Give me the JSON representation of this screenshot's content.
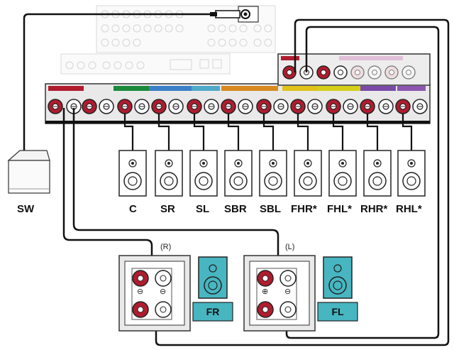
{
  "subwoofer": {
    "label": "SW"
  },
  "rear_panel_speakers": [
    {
      "label": "C"
    },
    {
      "label": "SR"
    },
    {
      "label": "SL"
    },
    {
      "label": "SBR"
    },
    {
      "label": "SBL"
    },
    {
      "label": "FHR*"
    },
    {
      "label": "FHL*"
    },
    {
      "label": "RHR*"
    },
    {
      "label": "RHL*"
    }
  ],
  "amplifiers": [
    {
      "channel_marker": "(R)",
      "speaker_label": "FR",
      "polarity_marker": "⊖"
    },
    {
      "channel_marker": "(L)",
      "speaker_label": "FL",
      "polarity_marker": "⊕"
    }
  ],
  "colors": {
    "wire": "#111111",
    "terminal_red": "#b01c2e",
    "panel": "#e9e9e9",
    "front_speaker_fill": "#47b6c1",
    "label_strip_colors": [
      "#b01c2e",
      "#1a8a3a",
      "#3a7fc8",
      "#4fa9c9",
      "#d8891f",
      "#e0c21a",
      "#d6cf1a",
      "#7a4aa8",
      "#8c56b0"
    ]
  }
}
